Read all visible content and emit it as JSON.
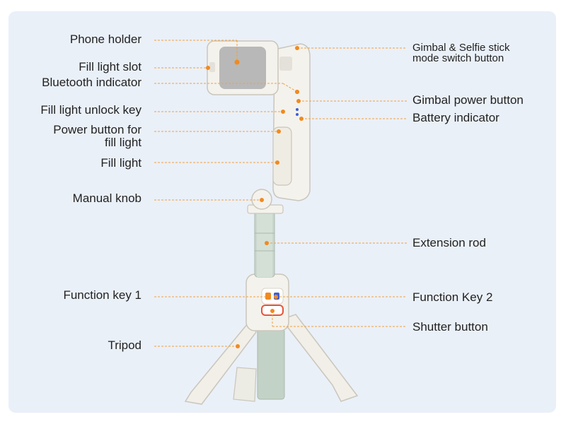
{
  "labels": {
    "phone_holder": "Phone holder",
    "fill_light_slot": "Fill light slot",
    "bluetooth_indicator": "Bluetooth indicator",
    "fill_light_unlock_key": "Fill light unlock key",
    "power_button_fill_light_1": "Power button for",
    "power_button_fill_light_2": "fill light",
    "fill_light": "Fill light",
    "manual_knob": "Manual knob",
    "function_key_1": "Function key 1",
    "tripod": "Tripod",
    "gimbal_switch_1": "Gimbal & Selfie stick",
    "gimbal_switch_2": "mode switch button",
    "gimbal_power_button": "Gimbal power button",
    "battery_indicator": "Battery indicator",
    "extension_rod": "Extension rod",
    "function_key_2": "Function Key 2",
    "shutter_button": "Shutter button"
  },
  "colors": {
    "panel_bg": "#eaf0f8",
    "leader_line": "#f0a040",
    "dot": "#f08a20",
    "device_body": "#f4f2ec",
    "phone_pad": "#b8b8b8",
    "rod": "#c9d6cc",
    "button_red": "#e8543a",
    "indicator_blue": "#3a5fd8"
  }
}
